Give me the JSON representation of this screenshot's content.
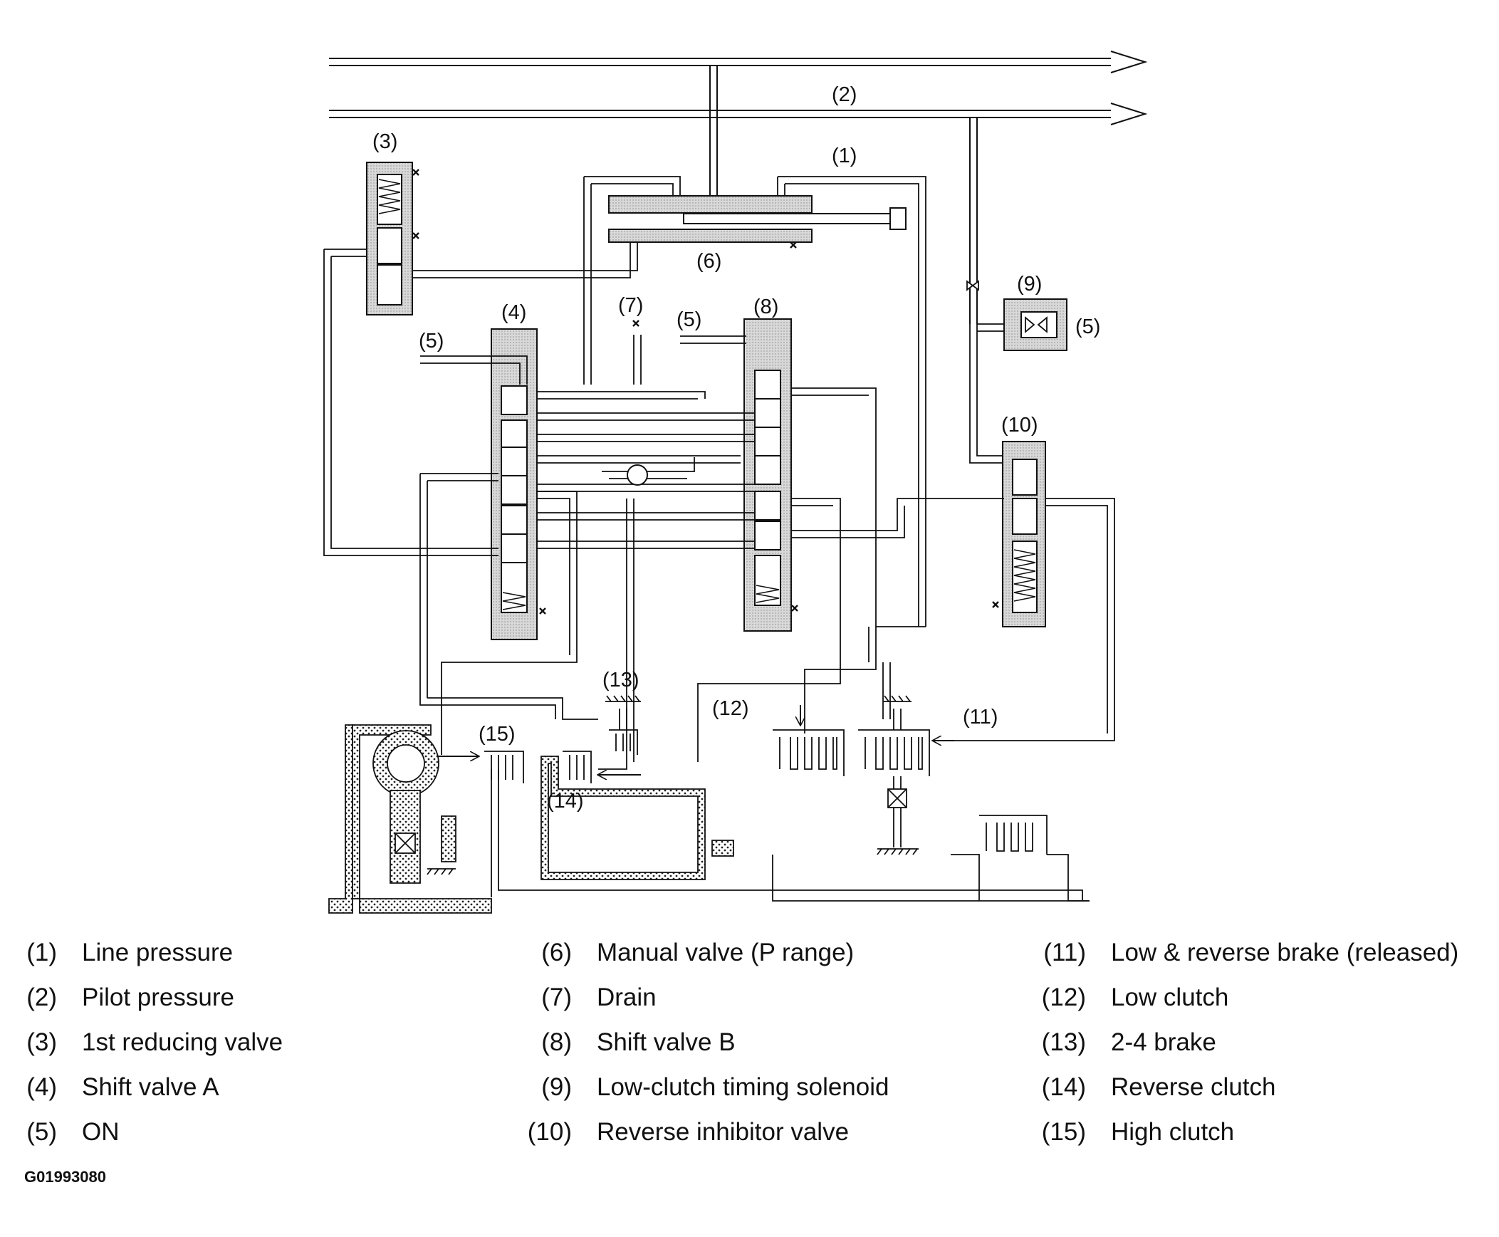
{
  "diagram": {
    "callouts": {
      "c1": "(1)",
      "c2": "(2)",
      "c3": "(3)",
      "c4": "(4)",
      "c5a": "(5)",
      "c5b": "(5)",
      "c5c": "(5)",
      "c6": "(6)",
      "c7": "(7)",
      "c8": "(8)",
      "c9": "(9)",
      "c10": "(10)",
      "c11": "(11)",
      "c12": "(12)",
      "c13": "(13)",
      "c14": "(14)",
      "c15": "(15)"
    }
  },
  "legend": {
    "col1": [
      {
        "num": "(1)",
        "label": "Line pressure"
      },
      {
        "num": "(2)",
        "label": "Pilot pressure"
      },
      {
        "num": "(3)",
        "label": "1st reducing valve"
      },
      {
        "num": "(4)",
        "label": "Shift valve A"
      },
      {
        "num": "(5)",
        "label": "ON"
      }
    ],
    "col2": [
      {
        "num": "(6)",
        "label": "Manual valve (P range)"
      },
      {
        "num": "(7)",
        "label": "Drain"
      },
      {
        "num": "(8)",
        "label": "Shift valve B"
      },
      {
        "num": "(9)",
        "label": "Low-clutch timing solenoid"
      },
      {
        "num": "(10)",
        "label": "Reverse inhibitor valve"
      }
    ],
    "col3": [
      {
        "num": "(11)",
        "label": "Low & reverse brake (released)"
      },
      {
        "num": "(12)",
        "label": "Low clutch"
      },
      {
        "num": "(13)",
        "label": "2-4 brake"
      },
      {
        "num": "(14)",
        "label": "Reverse clutch"
      },
      {
        "num": "(15)",
        "label": "High clutch"
      }
    ]
  },
  "figure_code": "G01993080"
}
